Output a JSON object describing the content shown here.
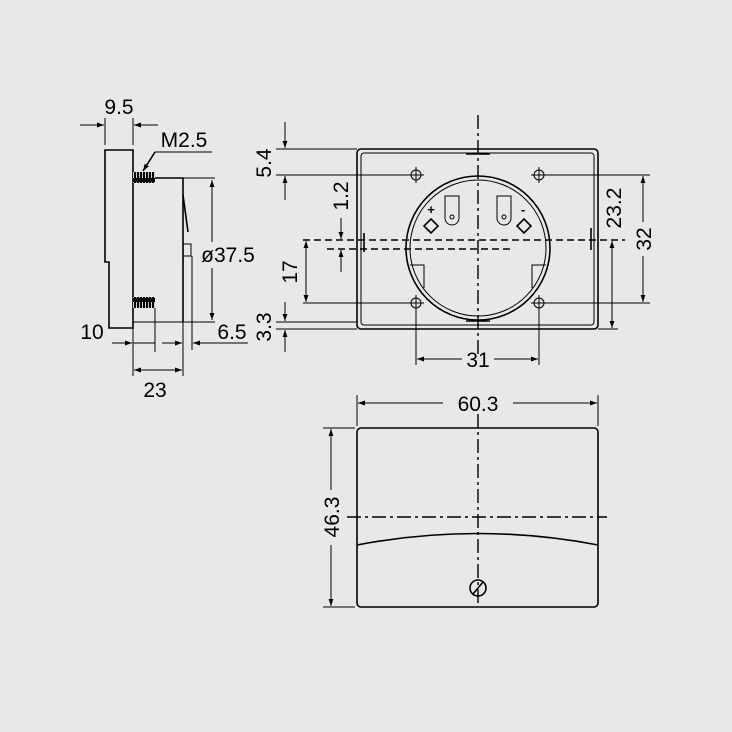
{
  "side_view": {
    "width_label": "9.5",
    "thread_label": "M2.5",
    "diameter_label": "ø37.5",
    "depth_label": "10",
    "offset_label": "6.5",
    "total_depth_label": "23"
  },
  "rear_view": {
    "top_offset_label": "5.4",
    "center_offset_label": "1.2",
    "lower_hole_label": "17",
    "bottom_offset_label": "3.3",
    "right_height_label": "23.2",
    "hole_spacing_vertical_label": "32",
    "hole_spacing_horizontal_label": "31",
    "plus_terminal": "+",
    "minus_terminal": "-"
  },
  "front_view": {
    "width_label": "60.3",
    "height_label": "46.3"
  }
}
